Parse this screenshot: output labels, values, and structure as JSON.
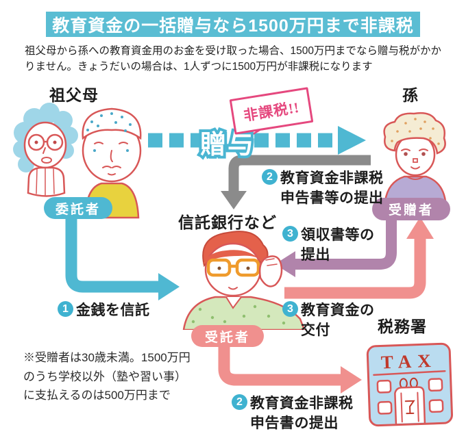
{
  "header": {
    "title": "教育資金の一括贈与なら1500万円まで非課税",
    "description": "祖父母から孫への教育資金用のお金を受け取った場合、1500万円までなら贈与税がかかりません。きょうだいの場合は、1人ずつに1500万円が非課税になります"
  },
  "actors": {
    "grandparents": "祖父母",
    "grandchild": "孫",
    "trust_bank": "信託銀行など",
    "tax_office": "税務署"
  },
  "badges": {
    "consignor": "委託者",
    "trustee": "受託者",
    "donee": "受贈者"
  },
  "gift_flow": {
    "stamp": "非課税!!",
    "arrow_label": "贈与"
  },
  "steps": {
    "s1_entrust": {
      "num": "1",
      "line1": "金銭を信託"
    },
    "s2_application_bank": {
      "num": "2",
      "line1": "教育資金非課税",
      "line2": "申告書等の提出"
    },
    "s3_receipts": {
      "num": "3",
      "line1": "領収書等の",
      "line2": "提出"
    },
    "s3_grant": {
      "num": "3",
      "line1": "教育資金の",
      "line2": "交付"
    },
    "s2_application_tax": {
      "num": "2",
      "line1": "教育資金非課税",
      "line2": "申告書の提出"
    }
  },
  "footnote": "※受贈者は30歳未満。1500万円のうち学校以外（塾や習い事）に支払えるのは500万円まで",
  "tax_building_sign": "TAX",
  "colors": {
    "teal": "#5abdd3",
    "salmon": "#f0908e",
    "mauve": "#b184ab",
    "gray": "#8b8b8b",
    "stamp_pink": "#e5487e"
  }
}
